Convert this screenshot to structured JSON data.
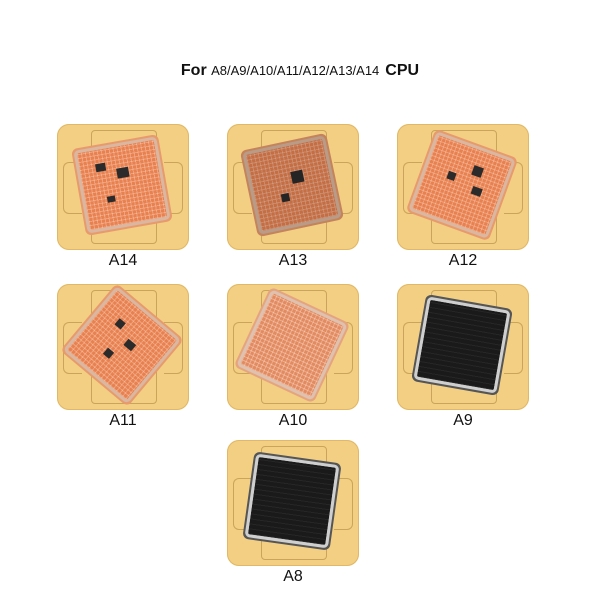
{
  "title": {
    "prefix": "For ",
    "models": "A8/A9/A10/A11/A12/A13/A14",
    "suffix": "CPU"
  },
  "chips": [
    {
      "label": "A14",
      "style": "orange",
      "rotation": -10
    },
    {
      "label": "A13",
      "style": "orange",
      "rotation": -12
    },
    {
      "label": "A12",
      "style": "orange",
      "rotation": 20
    },
    {
      "label": "A11",
      "style": "orange",
      "rotation": 40
    },
    {
      "label": "A10",
      "style": "orange",
      "rotation": 25
    },
    {
      "label": "A9",
      "style": "dark",
      "rotation": 10
    },
    {
      "label": "A8",
      "style": "dark",
      "rotation": 8
    }
  ]
}
